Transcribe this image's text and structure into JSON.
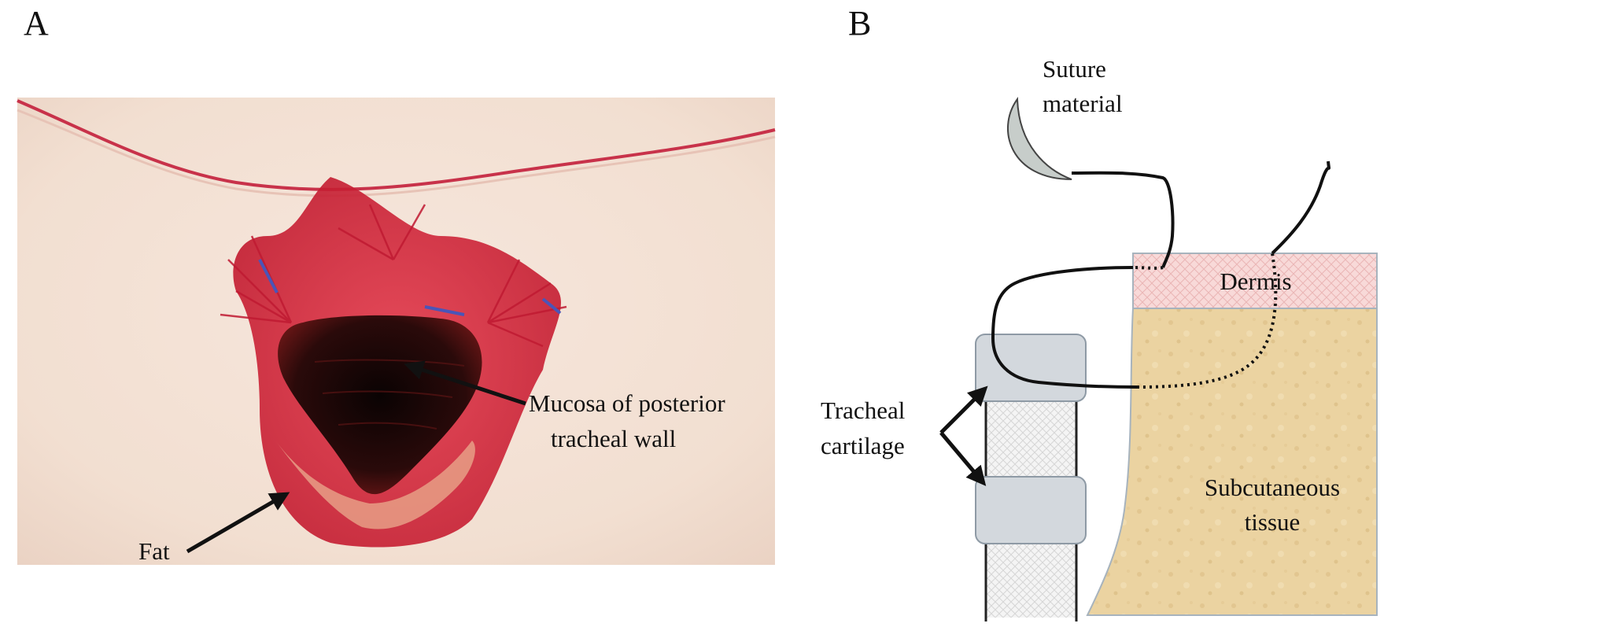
{
  "panel_a": {
    "letter": "A",
    "labels": {
      "mucosa_line1": "Mucosa of posterior",
      "mucosa_line2": "tracheal wall",
      "fat": "Fat"
    }
  },
  "panel_b": {
    "letter": "B",
    "labels": {
      "suture_line1": "Suture",
      "suture_line2": "material",
      "dermis": "Dermis",
      "tracheal_line1": "Tracheal",
      "tracheal_line2": "cartilage",
      "subcutaneous_line1": "Subcutaneous",
      "subcutaneous_line2": "tissue"
    }
  },
  "colors": {
    "skin": "#f3e2d6",
    "blood": "#d01e35",
    "dermis_pink": "#f8d9d8",
    "subcutaneous": "#ebd3a1",
    "cartilage": "#d3d8dd",
    "needle": "#c7cdca"
  }
}
